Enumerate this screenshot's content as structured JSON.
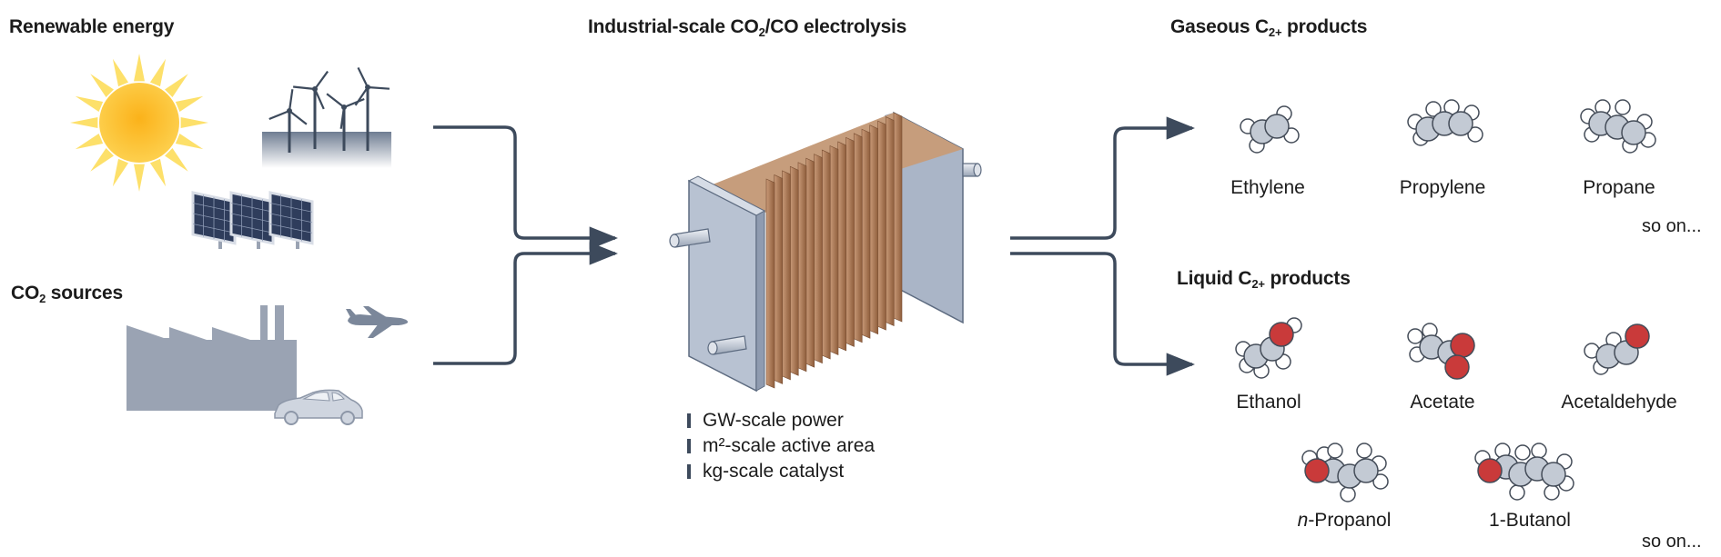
{
  "headers": {
    "renewable": "Renewable energy",
    "co2_main": "CO",
    "co2_sub": "2",
    "co2_rest": " sources",
    "electrolysis_a": "Industrial-scale CO",
    "electrolysis_sub": "2",
    "electrolysis_b": "/CO electrolysis",
    "gaseous_a": "Gaseous C",
    "gaseous_sub": "2+",
    "gaseous_b": " products",
    "liquid_a": "Liquid C",
    "liquid_sub": "2+",
    "liquid_b": " products"
  },
  "electrolyzer_specs": [
    "GW-scale power",
    "m²-scale active area",
    "kg-scale catalyst"
  ],
  "gaseous_products": [
    "Ethylene",
    "Propylene",
    "Propane"
  ],
  "liquid_products": [
    "Ethanol",
    "Acetate",
    "Acetaldehyde"
  ],
  "propanol_italic": "n",
  "propanol_rest": "-Propanol",
  "butanol": "1-Butanol",
  "so_on": "so on...",
  "colors": {
    "arrow": "#3d4a5c",
    "plate": "#b8c2d2",
    "copper": "#b98460",
    "oxygen": "#c93a3a",
    "carbon": "#c3cad4",
    "sun": "#fdb817"
  },
  "icons": [
    "sun-icon",
    "wind-turbines-icon",
    "solar-panels-icon",
    "factory-icon",
    "airplane-icon",
    "car-icon",
    "electrolyzer-stack-icon"
  ]
}
